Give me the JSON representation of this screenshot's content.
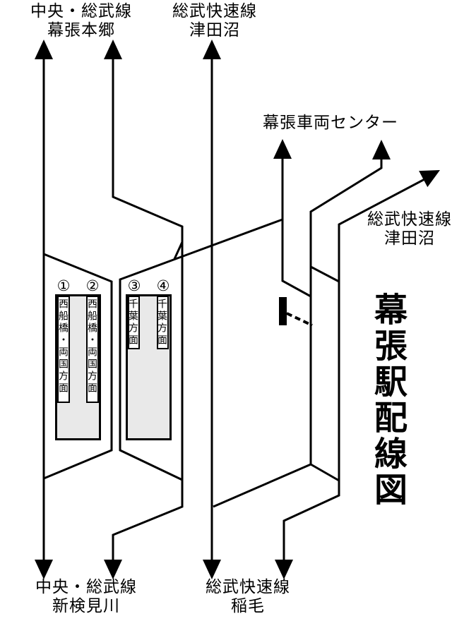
{
  "diagram_title": "幕張駅配線図",
  "endpoints": {
    "top_left": {
      "line": "中央・総武線",
      "station": "幕張本郷"
    },
    "top_center": {
      "line": "総武快速線",
      "station": "津田沼"
    },
    "depot": {
      "name": "幕張車両センター"
    },
    "right": {
      "line": "総武快速線",
      "station": "津田沼"
    },
    "bottom_left": {
      "line": "中央・総武線",
      "station": "新検見川"
    },
    "bottom_center": {
      "line": "総武快速線",
      "station": "稲毛"
    }
  },
  "platforms": [
    {
      "id": "platform-1-2",
      "tracks": [
        {
          "number": "①",
          "destination": "西船橋・両国方面"
        },
        {
          "number": "②",
          "destination": "西船橋・両国方面"
        }
      ]
    },
    {
      "id": "platform-3-4",
      "tracks": [
        {
          "number": "③",
          "destination": "千葉方面"
        },
        {
          "number": "④",
          "destination": "千葉方面"
        }
      ]
    }
  ],
  "colors": {
    "track": "#000000",
    "platform_fill": "#e9e9e9",
    "sign_background": "#ffffff",
    "background": "#ffffff"
  }
}
